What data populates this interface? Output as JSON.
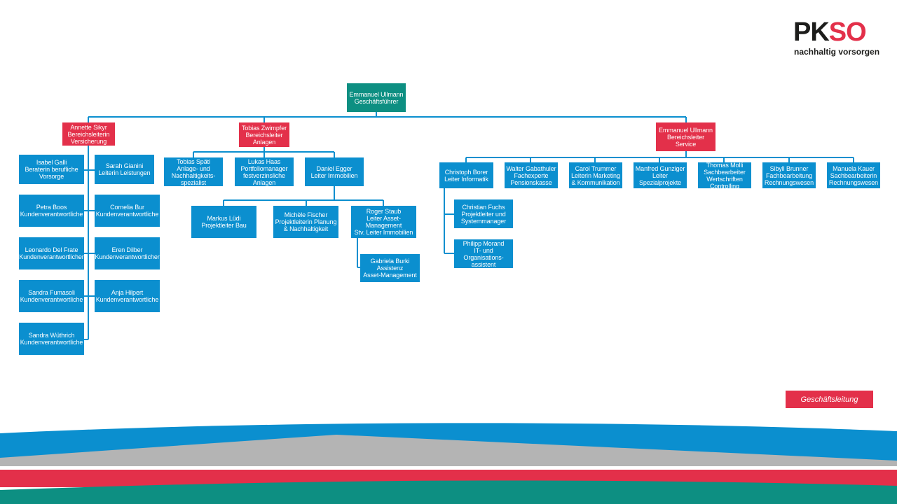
{
  "logo": {
    "pk": "PK",
    "so": "SO",
    "tagline": "nachhaltig vorsorgen"
  },
  "legend": {
    "label": "Geschäftsleitung"
  },
  "colors": {
    "blue": "#0b8fcf",
    "red": "#e3304a",
    "teal": "#0d8f82",
    "grey": "#b4b4b4"
  },
  "nodes": {
    "ceo": "Emmanuel Ullmann\nGeschäftsführer",
    "versicherung": "Annette Sikyr\nBereichsleiterin\nVersicherung",
    "anlagen": "Tobias Zwimpfer\nBereichsleiter\nAnlagen",
    "service": "Emmanuel Ullmann\nBereichsleiter\nService",
    "galli": "Isabel Galli\nBeraterin berufliche\nVorsorge",
    "gianini": "Sarah Gianini\nLeiterin Leistungen",
    "boos": "Petra Boos\nKundenverantwortliche",
    "bur": "Cornelia Bur\nKundenverantwortliche",
    "delfrate": "Leonardo Del Frate\nKundenverantwortlicher",
    "dilber": "Eren Dilber\nKundenverantwortlicher",
    "fumasoli": "Sandra Fumasoli\nKundenverantwortliche",
    "hilpert": "Anja Hilpert\nKundenverantwortliche",
    "wuethrich": "Sandra Wüthrich\nKundenverantwortliche",
    "spaeti": "Tobias Späti\nAnlage- und\nNachhaltigkeits-\nspezialist",
    "haas": "Lukas Haas\nPortfoliomanager\nfestverzinsliche\nAnlagen",
    "egger": "Daniel Egger\nLeiter Immobilien",
    "luedi": "Markus Lüdi\nProjektleiter Bau",
    "fischer": "Michèle Fischer\nProjektleiterin Planung\n& Nachhaltigkeit",
    "staub": "Roger Staub\nLeiter Asset-\nManagement\nStv. Leiter Immobilien",
    "burki": "Gabriela Burki\nAssistenz\nAsset-Management",
    "borer": "Christoph Borer\nLeiter Informatik",
    "gabathuler": "Walter Gabathuler\nFachexperte\nPensionskasse",
    "trummer": "Carol Trummer\nLeiterin Marketing\n& Kommunikation",
    "gunziger": "Manfred Gunziger\nLeiter\nSpezialprojekte",
    "molli": "Thomas Molli\nSachbearbeiter\nWertschriften\nControlling",
    "brunner": "Sibyll Brunner\nFachbearbeitung\nRechnungswesen",
    "kauer": "Manuela Kauer\nSachbearbeiterin\nRechnungswesen",
    "fuchs": "Christian Fuchs\nProjektleiter und\nSystemmanager",
    "morand": "Philipp Morand\nIT- und\nOrganisations-\nassistent"
  }
}
